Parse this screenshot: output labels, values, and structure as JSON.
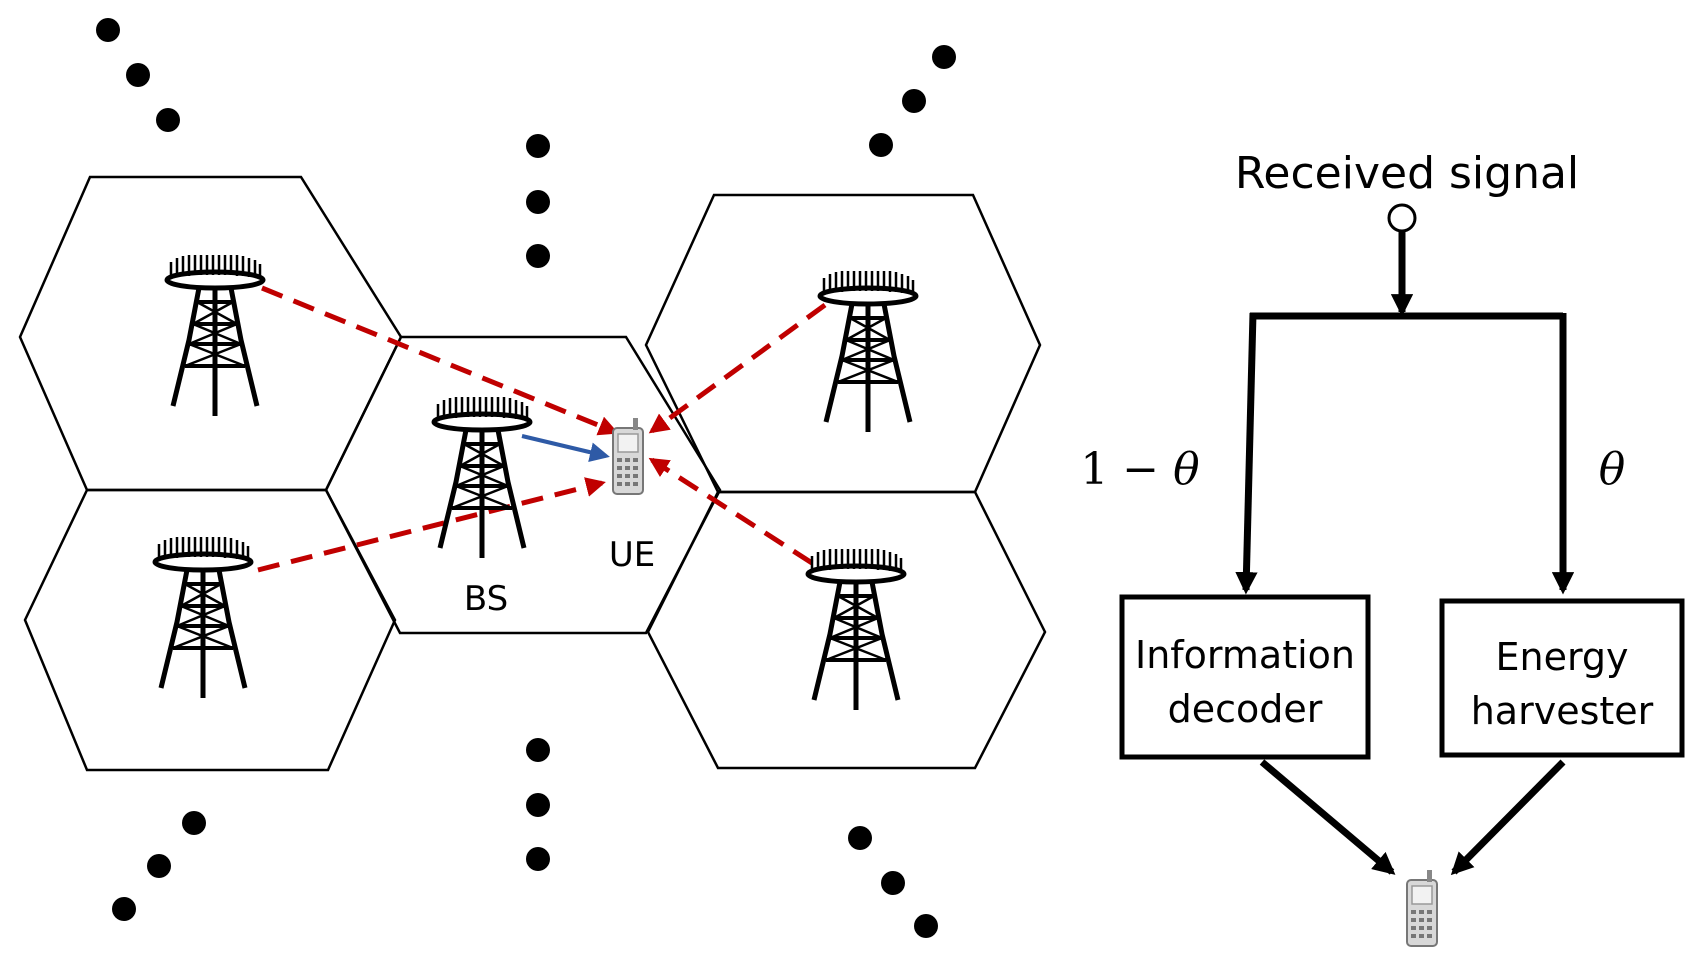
{
  "labels": {
    "bs": "BS",
    "ue": "UE",
    "received_signal": "Received signal",
    "one_minus": "1 − ",
    "theta": "θ",
    "info_decoder_line1": "Information",
    "info_decoder_line2": "decoder",
    "energy_harvester_line1": "Energy",
    "energy_harvester_line2": "harvester"
  },
  "colors": {
    "interference": "#c00000",
    "desired": "#2e5aa6",
    "line": "#000000"
  },
  "icons": {
    "base_station": "cell-tower-icon",
    "user_equipment": "mobile-phone-icon"
  }
}
